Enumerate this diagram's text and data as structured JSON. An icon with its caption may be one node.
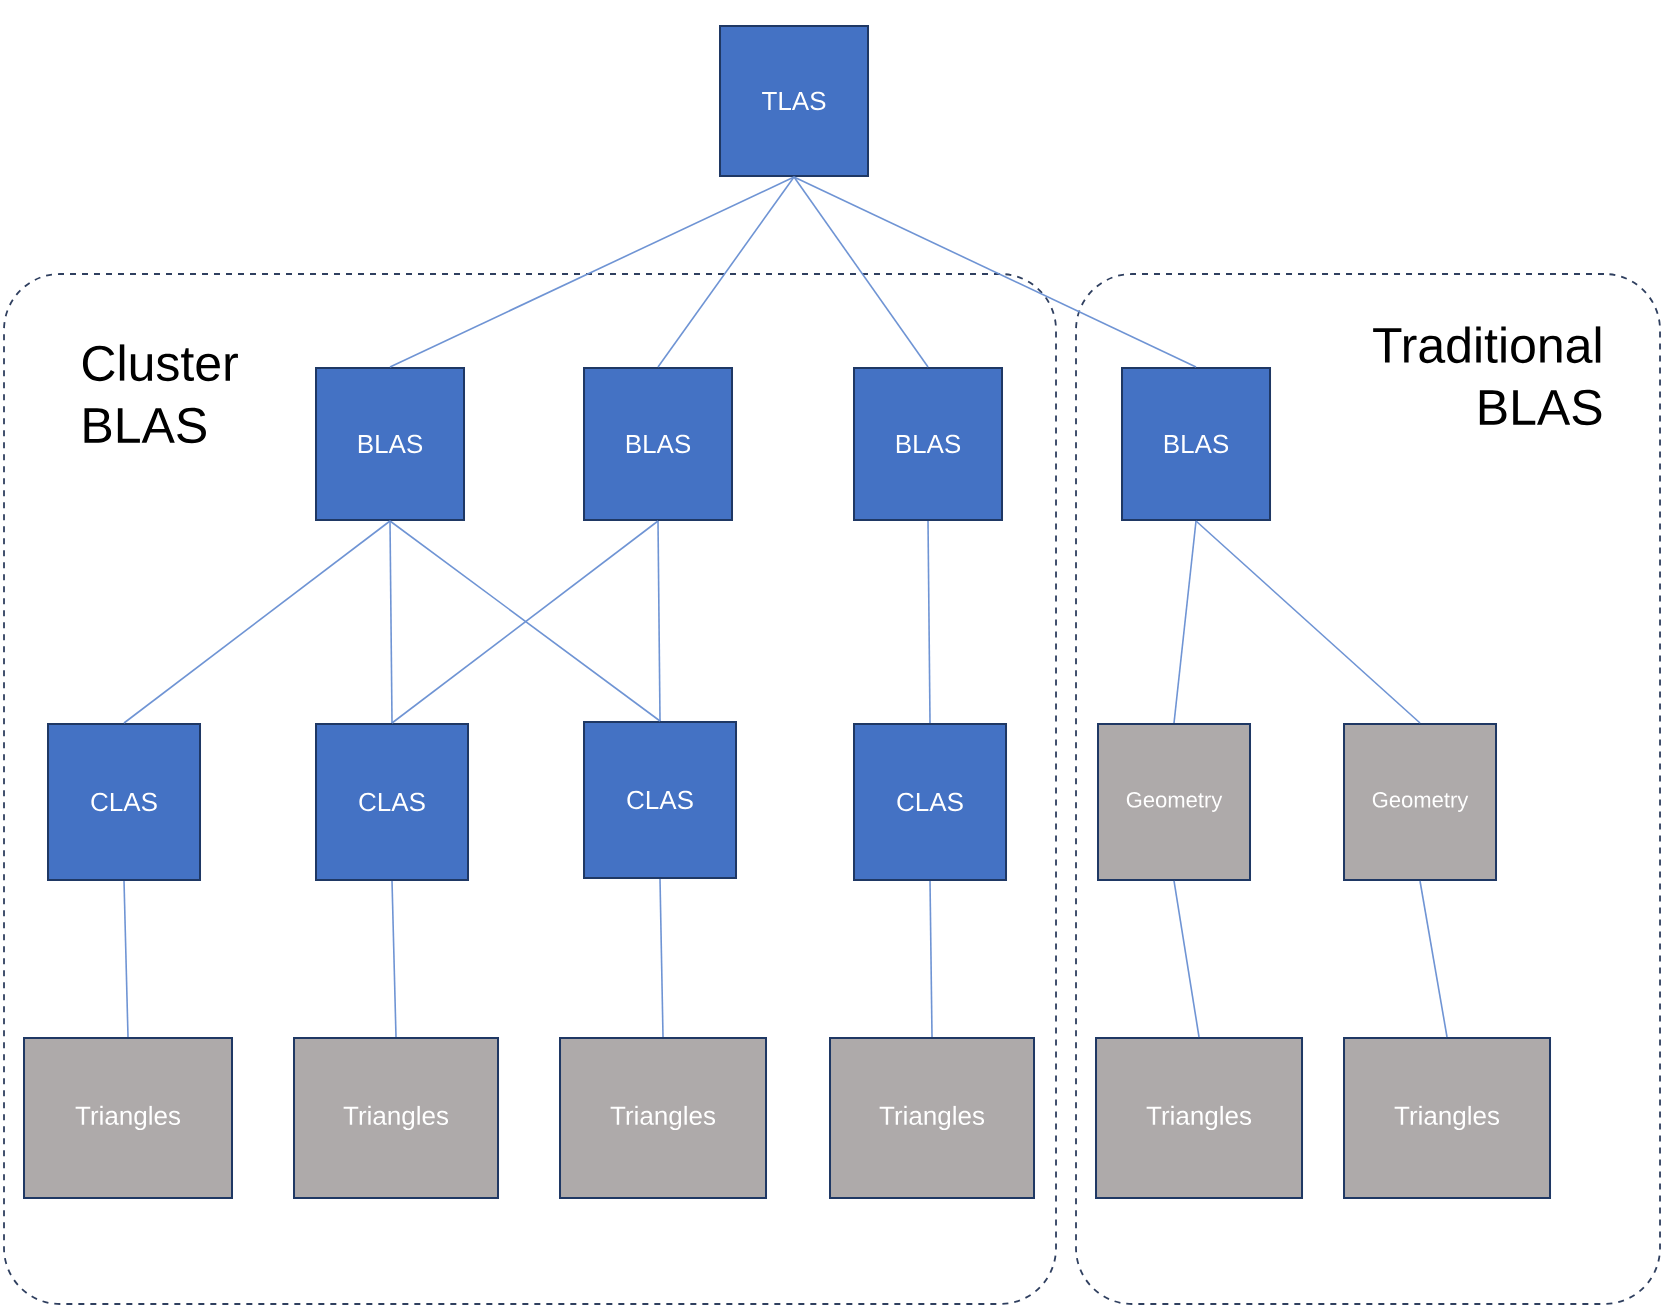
{
  "diagram": {
    "nodes": [
      {
        "text": [
          "Cluster BLAS"
        ]
      },
      {
        "text": [
          "Traditional BLAS"
        ]
      },
      {
        "text": [
          "TLAS"
        ]
      },
      {
        "text": [
          "BLAS"
        ],
        "in": 0
      },
      {
        "text": [
          "BLAS"
        ],
        "in": 0
      },
      {
        "text": [
          "BLAS"
        ],
        "in": 0
      },
      {
        "text": [
          "BLAS"
        ],
        "in": 1
      },
      {
        "text": [
          "CLAS"
        ],
        "in": 0
      },
      {
        "text": [
          "CLAS"
        ],
        "in": 0
      },
      {
        "text": [
          "CLAS"
        ],
        "in": 0
      },
      {
        "text": [
          "CLAS"
        ],
        "in": 0
      },
      {
        "text": [
          "Geometry"
        ],
        "in": 1
      },
      {
        "text": [
          "Geometry"
        ],
        "in": 1
      },
      {
        "text": [
          "Triangles"
        ],
        "in": 0
      },
      {
        "text": [
          "Triangles"
        ],
        "in": 0
      },
      {
        "text": [
          "Triangles"
        ],
        "in": 0
      },
      {
        "text": [
          "Triangles"
        ],
        "in": 0
      },
      {
        "text": [
          "Triangles"
        ],
        "in": 1
      },
      {
        "text": [
          "Triangles"
        ],
        "in": 1
      }
    ],
    "edges": [
      {
        "from": 2,
        "to": 3,
        "arrow": "none"
      },
      {
        "from": 2,
        "to": 4,
        "arrow": "none"
      },
      {
        "from": 2,
        "to": 5,
        "arrow": "none"
      },
      {
        "from": 2,
        "to": 6,
        "arrow": "none"
      },
      {
        "from": 3,
        "to": 7,
        "arrow": "none"
      },
      {
        "from": 3,
        "to": 8,
        "arrow": "none"
      },
      {
        "from": 3,
        "to": 9,
        "arrow": "none"
      },
      {
        "from": 4,
        "to": 8,
        "arrow": "none"
      },
      {
        "from": 4,
        "to": 9,
        "arrow": "none"
      },
      {
        "from": 5,
        "to": 10,
        "arrow": "none"
      },
      {
        "from": 6,
        "to": 11,
        "arrow": "none"
      },
      {
        "from": 6,
        "to": 12,
        "arrow": "none"
      },
      {
        "from": 7,
        "to": 13,
        "arrow": "none"
      },
      {
        "from": 8,
        "to": 14,
        "arrow": "none"
      },
      {
        "from": 9,
        "to": 15,
        "arrow": "none"
      },
      {
        "from": 10,
        "to": 16,
        "arrow": "none"
      },
      {
        "from": 11,
        "to": 17,
        "arrow": "none"
      },
      {
        "from": 12,
        "to": 18,
        "arrow": "none"
      }
    ]
  }
}
